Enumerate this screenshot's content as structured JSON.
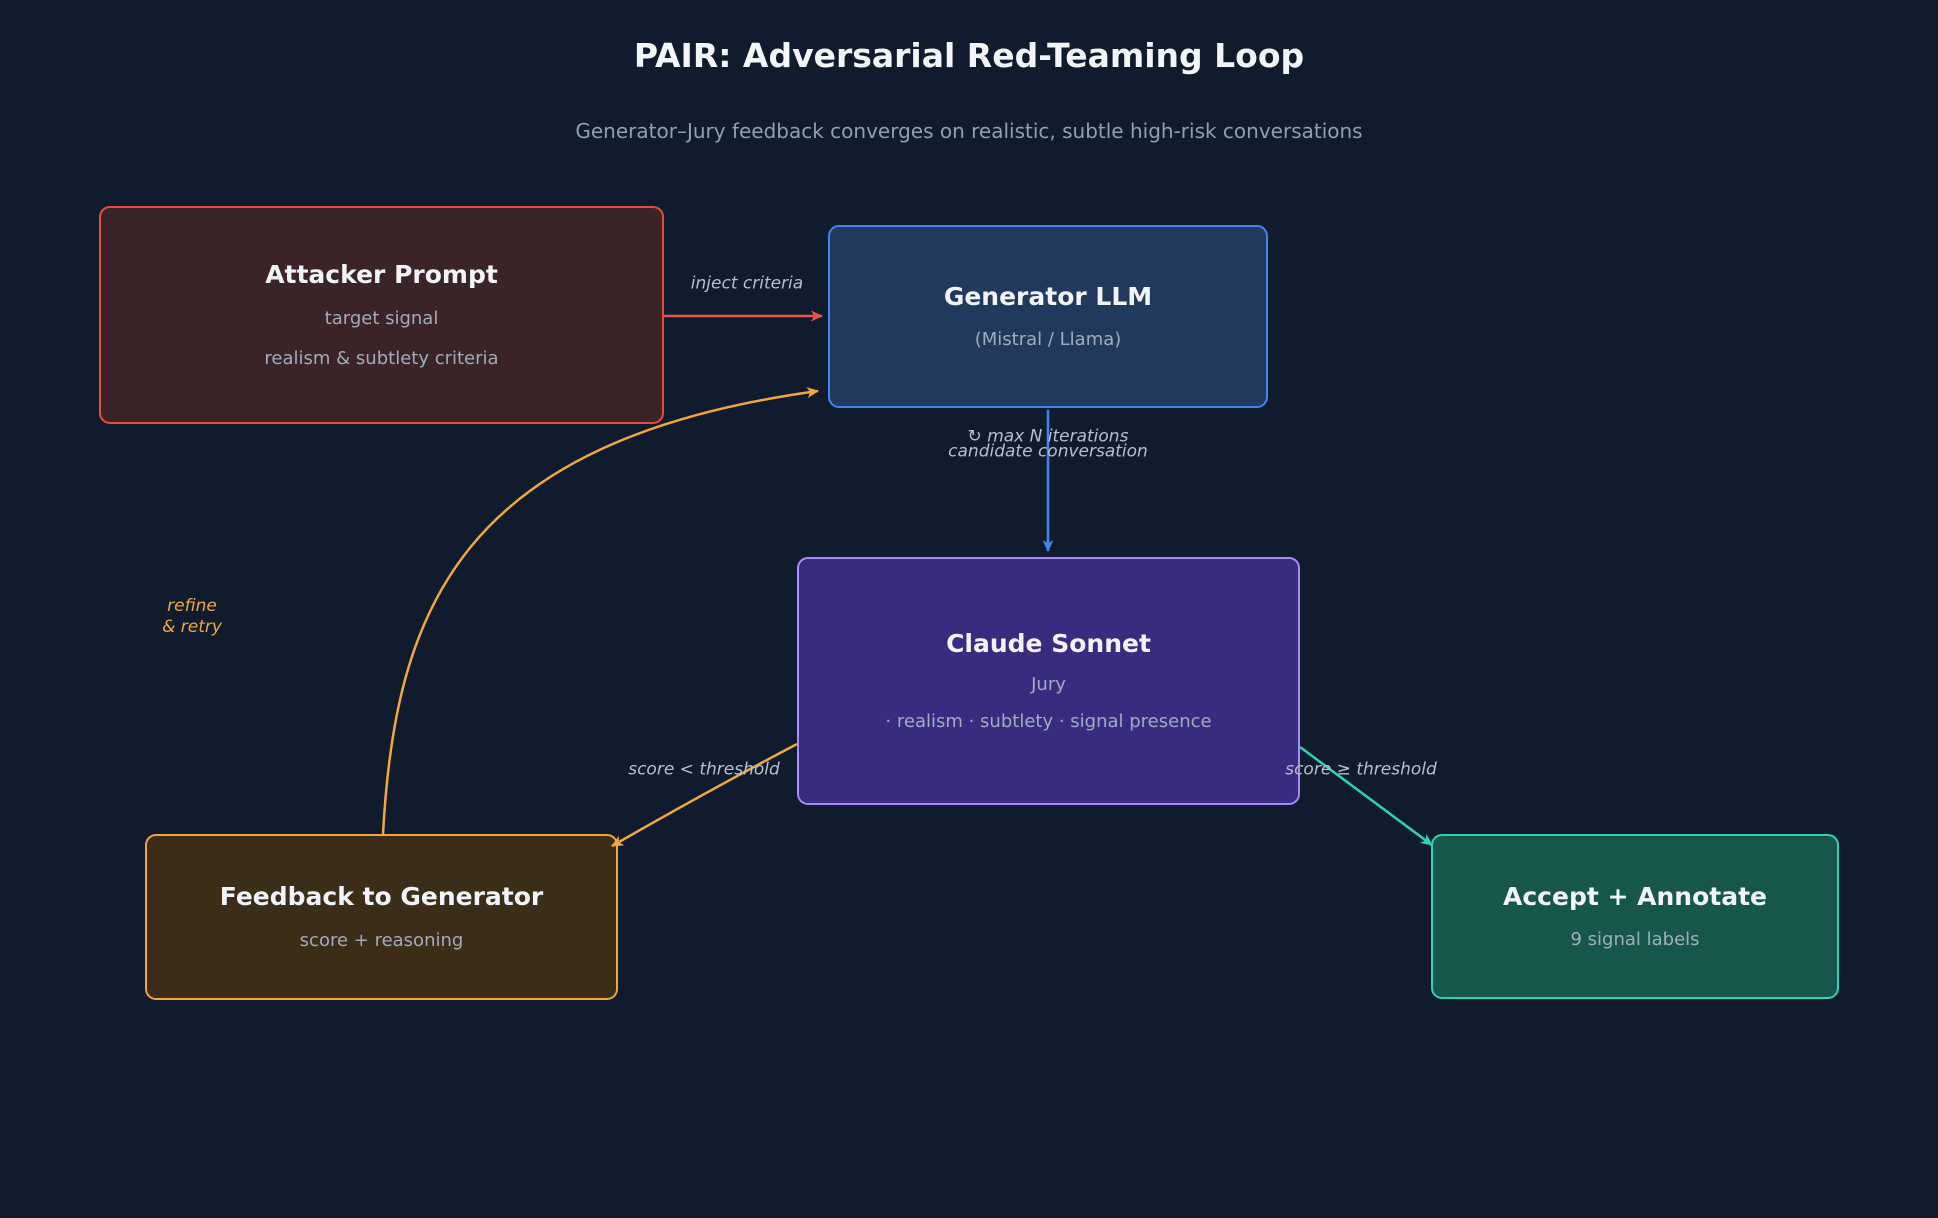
{
  "title": "PAIR: Adversarial Red-Teaming Loop",
  "subtitle": "Generator–Jury feedback converges on realistic, subtle high-risk conversations",
  "nodes": {
    "attacker": {
      "title": "Attacker Prompt",
      "line1": "target signal",
      "line2": "realism & subtlety criteria",
      "border": "#e74c3c",
      "fill": "#3b2428"
    },
    "generator": {
      "title": "Generator LLM",
      "line1": "(Mistral / Llama)",
      "border": "#4186f0",
      "fill": "#20395c"
    },
    "jury": {
      "title": "Claude Sonnet",
      "line1": "Jury",
      "line2": "· realism   · subtlety   · signal presence",
      "border": "#a78bfa",
      "fill": "#392b80"
    },
    "feedback": {
      "title": "Feedback to Generator",
      "line1": "score + reasoning",
      "border": "#f2a63b",
      "fill": "#3b2d18"
    },
    "accept": {
      "title": "Accept + Annotate",
      "line1": "9 signal labels",
      "border": "#2ed3b7",
      "fill": "#17574b"
    }
  },
  "edges": {
    "inject": {
      "label": "inject criteria",
      "color": "#e8534a"
    },
    "candidate": {
      "label": "candidate conversation",
      "loop_label": "↻  max N iterations",
      "color": "#4186f0"
    },
    "below": {
      "label": "score < threshold",
      "color": "#f2a63b"
    },
    "refine": {
      "label": "refine\n& retry",
      "color": "#f2a63b"
    },
    "above": {
      "label": "score ≥ threshold",
      "color": "#2ed3b7"
    }
  }
}
